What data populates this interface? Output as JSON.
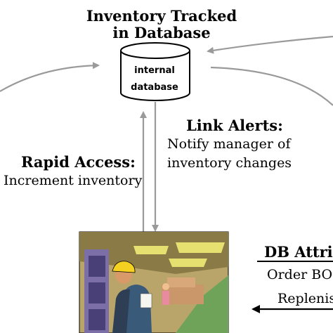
{
  "database": {
    "title_line1": "Inventory Tracked",
    "title_line2": "in Database",
    "label_line1": "internal",
    "label_line2": "database"
  },
  "link_alerts": {
    "heading": "Link Alerts:",
    "line1": "Notify manager of",
    "line2": "inventory changes"
  },
  "rapid_access": {
    "heading": "Rapid Access:",
    "line1": "Increment inventory"
  },
  "db_attributes": {
    "heading": "DB Attrib",
    "line1": "Order BO",
    "line2": "Replenis"
  },
  "icons": [
    "database-cylinder-icon",
    "warehouse-worker-clipart"
  ],
  "colors": {
    "arrow": "#9a9a9a",
    "dark_arrow": "#000000",
    "cylinder": "#ffffff"
  }
}
